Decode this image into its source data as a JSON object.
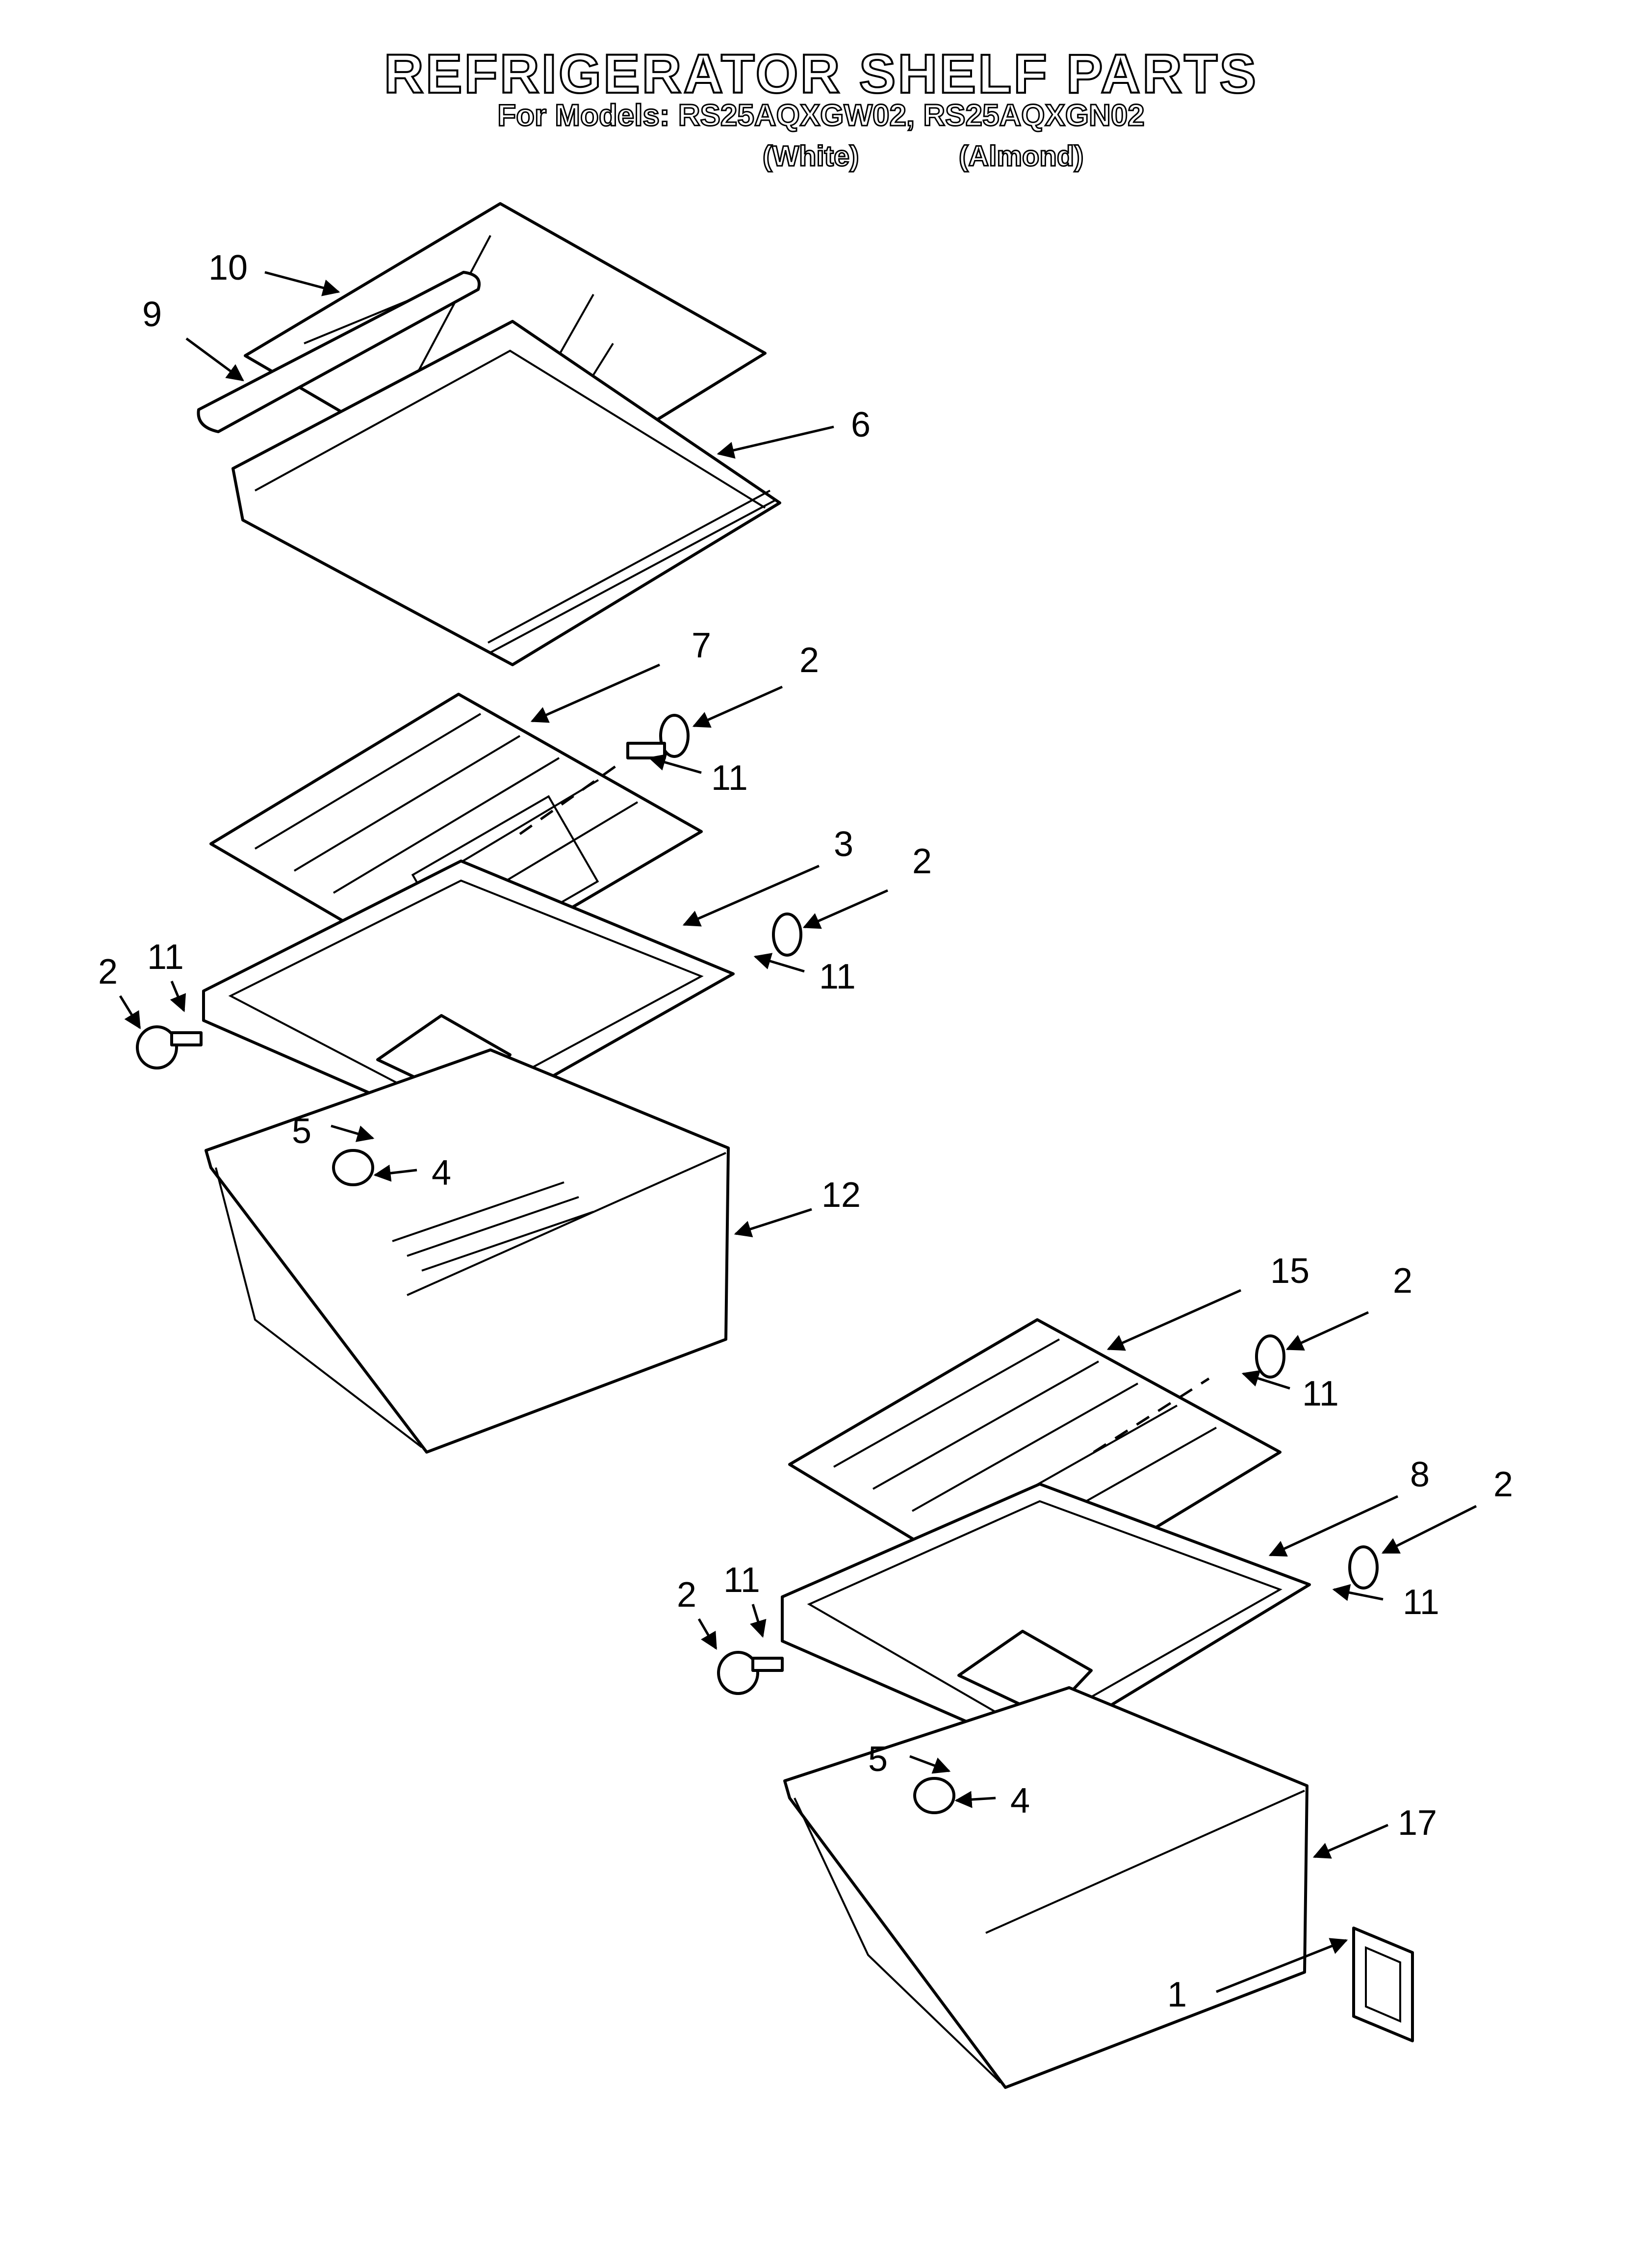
{
  "header": {
    "title": "REFRIGERATOR SHELF PARTS",
    "models_line": "For Models: RS25AQXGW02, RS25AQXGN02",
    "variant_white": "(White)",
    "variant_almond": "(Almond)"
  },
  "callouts": {
    "c10": "10",
    "c9": "9",
    "c6": "6",
    "c7": "7",
    "c2a": "2",
    "c11a": "11",
    "c3": "3",
    "c2b": "2",
    "c11b": "11",
    "c2c": "2",
    "c11c": "11",
    "c5a": "5",
    "c4a": "4",
    "c12": "12",
    "c15": "15",
    "c2d": "2",
    "c11d": "11",
    "c8": "8",
    "c2e": "2",
    "c11e": "11",
    "c2f": "2",
    "c11f": "11",
    "c5b": "5",
    "c4b": "4",
    "c17": "17",
    "c1": "1"
  },
  "icons": {
    "arrow": "arrowhead"
  }
}
